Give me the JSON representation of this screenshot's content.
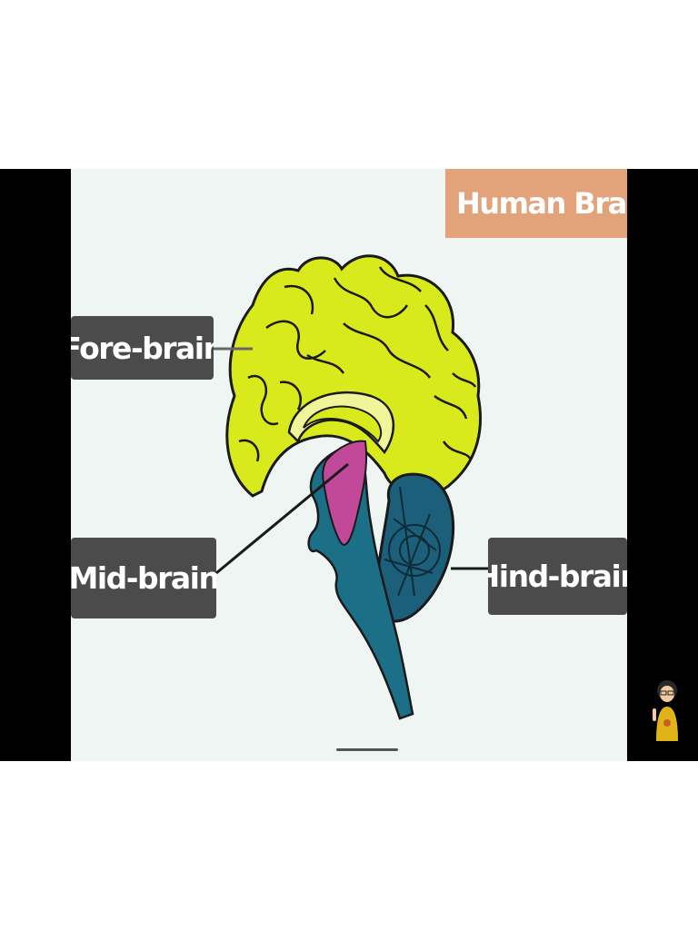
{
  "slide": {
    "title": "Human Brain",
    "labels": {
      "fore_brain": "Fore-brain",
      "mid_brain": "Mid-brain",
      "hind_brain": "Hind-brain"
    }
  },
  "colors": {
    "cerebrum": "#d9ea1c",
    "corpus_callosum": "#f1f59a",
    "midbrain": "#c2499a",
    "brainstem": "#1b6f86",
    "cerebellum": "#1b5f7a",
    "label_bg": "#4b4b4b",
    "title_bg": "#e2a27a",
    "slide_bg": "#eef5f2"
  },
  "icons": {
    "presenter": "presenter-avatar-icon"
  }
}
